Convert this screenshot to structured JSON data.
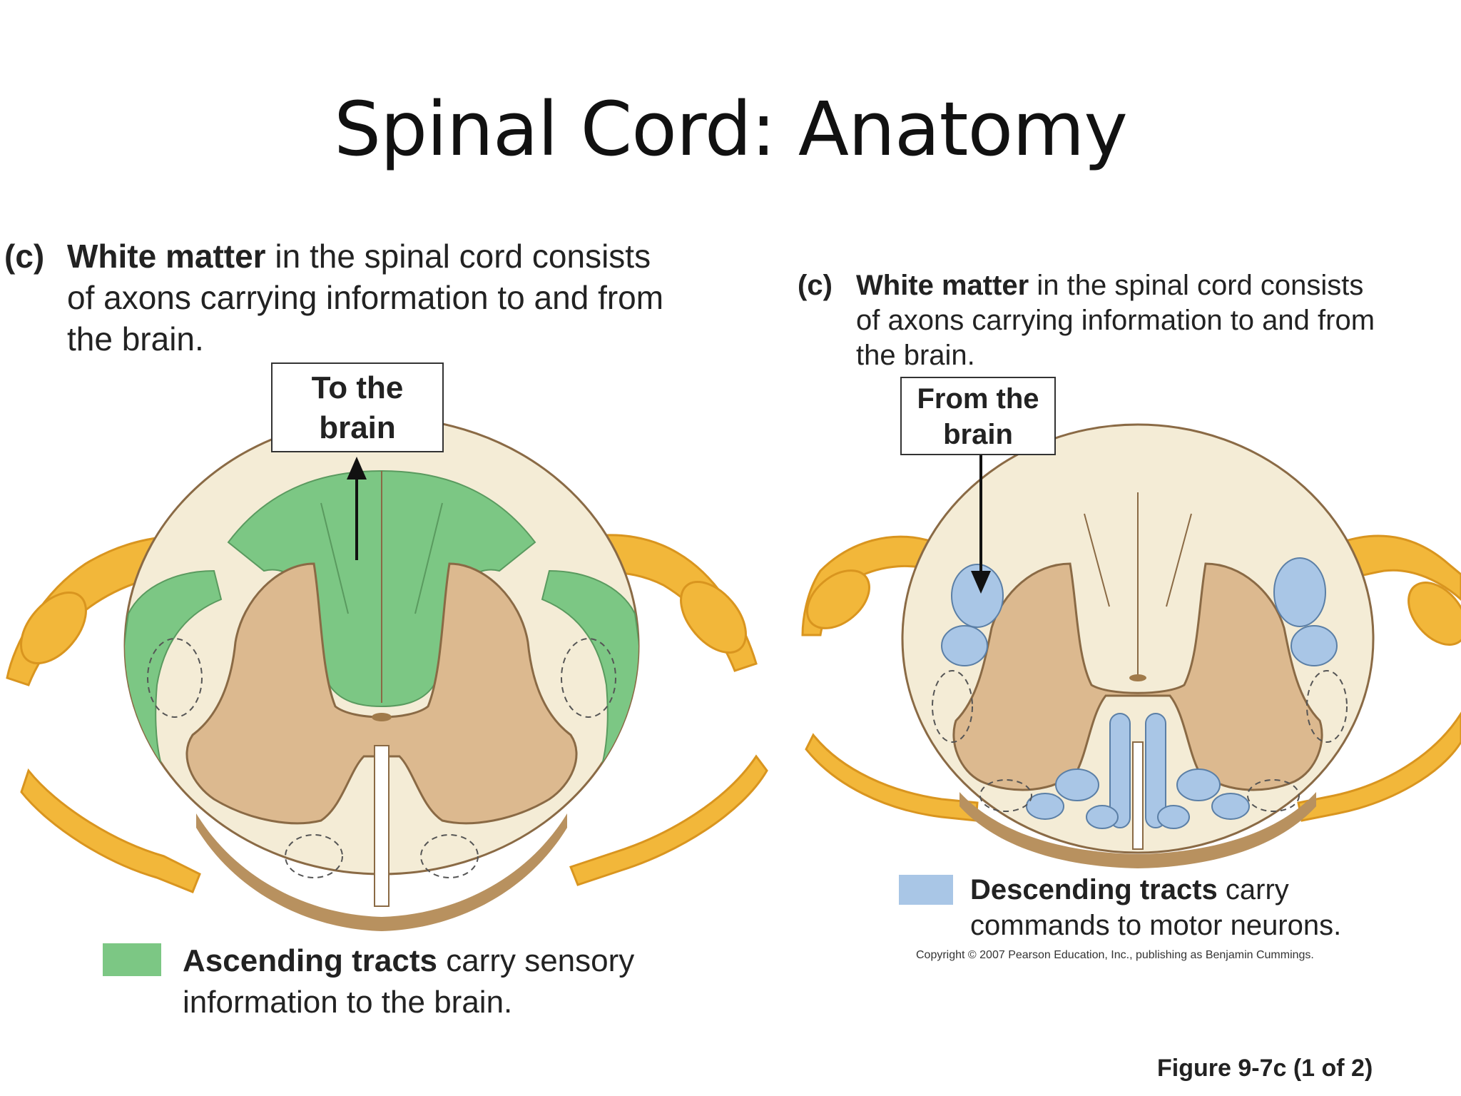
{
  "title": "Spinal Cord: Anatomy",
  "left_panel": {
    "caption_letter": "(c)",
    "caption_bold": "White matter",
    "caption_line1_rest": " in the spinal cord consists",
    "caption_line2": "of axons carrying information to and from",
    "caption_line3": "the brain.",
    "callout_line1": "To the",
    "callout_line2": "brain",
    "legend_bold": "Ascending tracts",
    "legend_line1_rest": " carry sensory",
    "legend_line2": "information to the brain.",
    "tract_color": "#7cc784"
  },
  "right_panel": {
    "caption_letter": "(c)",
    "caption_bold": "White matter",
    "caption_line1_rest": " in the spinal cord consists",
    "caption_line2": "of axons carrying information to and from",
    "caption_line3": "the brain.",
    "callout_line1": "From the",
    "callout_line2": "brain",
    "legend_bold": "Descending tracts",
    "legend_line1_rest": " carry",
    "legend_line2": "commands to motor neurons.",
    "tract_color": "#a9c6e6",
    "copyright": "Copyright © 2007 Pearson Education, Inc., publishing as Benjamin Cummings."
  },
  "figure_label": "Figure 9-7c (1 of 2)",
  "colors": {
    "gray_matter": "#dcb98f",
    "white_matter": "#f4ecd6",
    "nerve": "#f2b73a",
    "outline": "#8a6a45"
  }
}
